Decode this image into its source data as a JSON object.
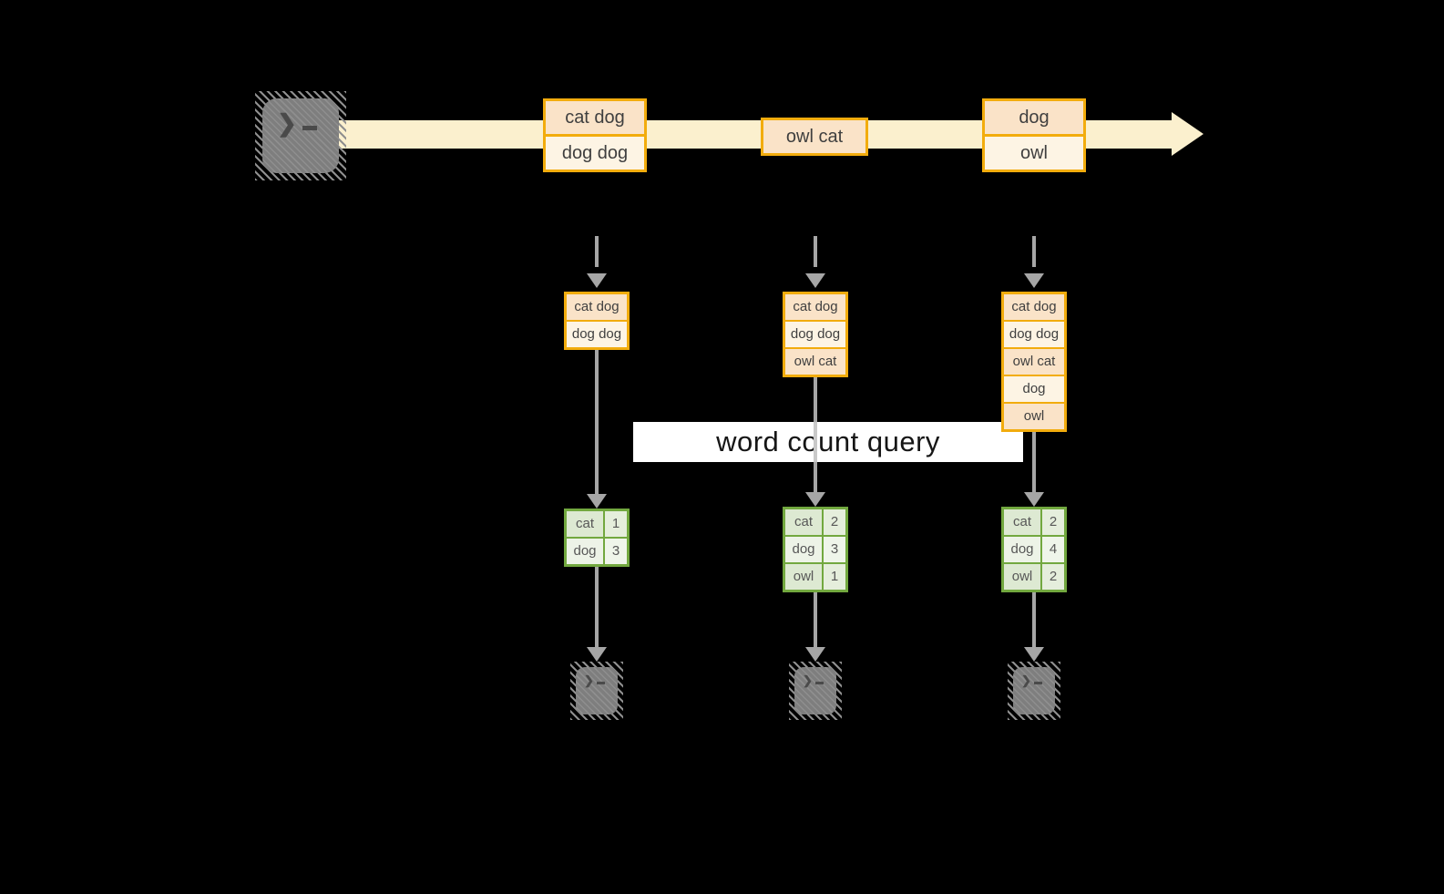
{
  "diagram": {
    "query_label": "word count query",
    "icons": {
      "prompt_chevron": "❯"
    },
    "stream_events": [
      {
        "lines": [
          "cat dog",
          "dog dog"
        ]
      },
      {
        "lines": [
          "owl cat"
        ]
      },
      {
        "lines": [
          "dog",
          "owl"
        ]
      }
    ],
    "snapshots": [
      {
        "buffer": [
          "cat dog",
          "dog dog"
        ],
        "counts": [
          {
            "word": "cat",
            "count": "1"
          },
          {
            "word": "dog",
            "count": "3"
          }
        ]
      },
      {
        "buffer": [
          "cat dog",
          "dog dog",
          "owl cat"
        ],
        "counts": [
          {
            "word": "cat",
            "count": "2"
          },
          {
            "word": "dog",
            "count": "3"
          },
          {
            "word": "owl",
            "count": "1"
          }
        ]
      },
      {
        "buffer": [
          "cat dog",
          "dog dog",
          "owl cat",
          "dog",
          "owl"
        ],
        "counts": [
          {
            "word": "cat",
            "count": "2"
          },
          {
            "word": "dog",
            "count": "4"
          },
          {
            "word": "owl",
            "count": "2"
          }
        ]
      }
    ],
    "colors": {
      "stream_band": "#FBF0CE",
      "event_border": "#F2AC0D",
      "event_fill_dark": "#FAE3C8",
      "event_fill_light": "#FDF4E4",
      "table_border": "#72A83F",
      "table_fill_dark": "#DDE9D2",
      "table_fill_light": "#EDF3E7",
      "arrow_gray": "#A6A6A6",
      "terminal_gray": "#7E7E7E",
      "banner_bg": "#FFFFFF"
    }
  }
}
